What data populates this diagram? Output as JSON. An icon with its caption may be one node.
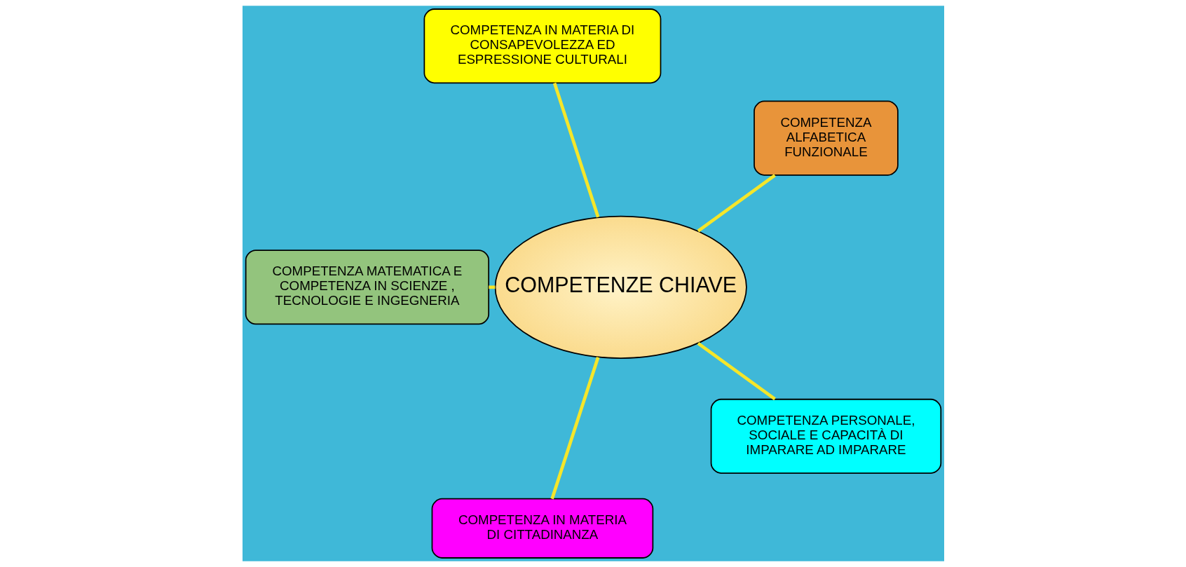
{
  "diagram": {
    "nodes": [
      {
        "text": [
          "COMPETENZE CHIAVE"
        ]
      },
      {
        "text": [
          "COMPETENZA ALFABETICA FUNZIONALE"
        ]
      },
      {
        "text": [
          "COMPETENZA IN MATERIA DI CONSAPEVOLEZZA ED ESPRESSIONE CULTURALI"
        ]
      },
      {
        "text": [
          "COMPETENZA MATEMATICA E COMPETENZA IN SCIENZE , TECNOLOGIE E INGEGNERIA"
        ]
      },
      {
        "text": [
          "COMPETENZA IN MATERIA DI CITTADINANZA"
        ]
      },
      {
        "text": [
          "COMPETENZA PERSONALE, SOCIALE E CAPACITÀ DI IMPARARE AD IMPARARE"
        ]
      }
    ],
    "edges": [
      {
        "from": 0,
        "to": 1,
        "arrow": "none"
      },
      {
        "from": 0,
        "to": 2,
        "arrow": "none"
      },
      {
        "from": 0,
        "to": 3,
        "arrow": "none"
      },
      {
        "from": 0,
        "to": 4,
        "arrow": "none"
      },
      {
        "from": 0,
        "to": 5,
        "arrow": "none"
      }
    ]
  }
}
